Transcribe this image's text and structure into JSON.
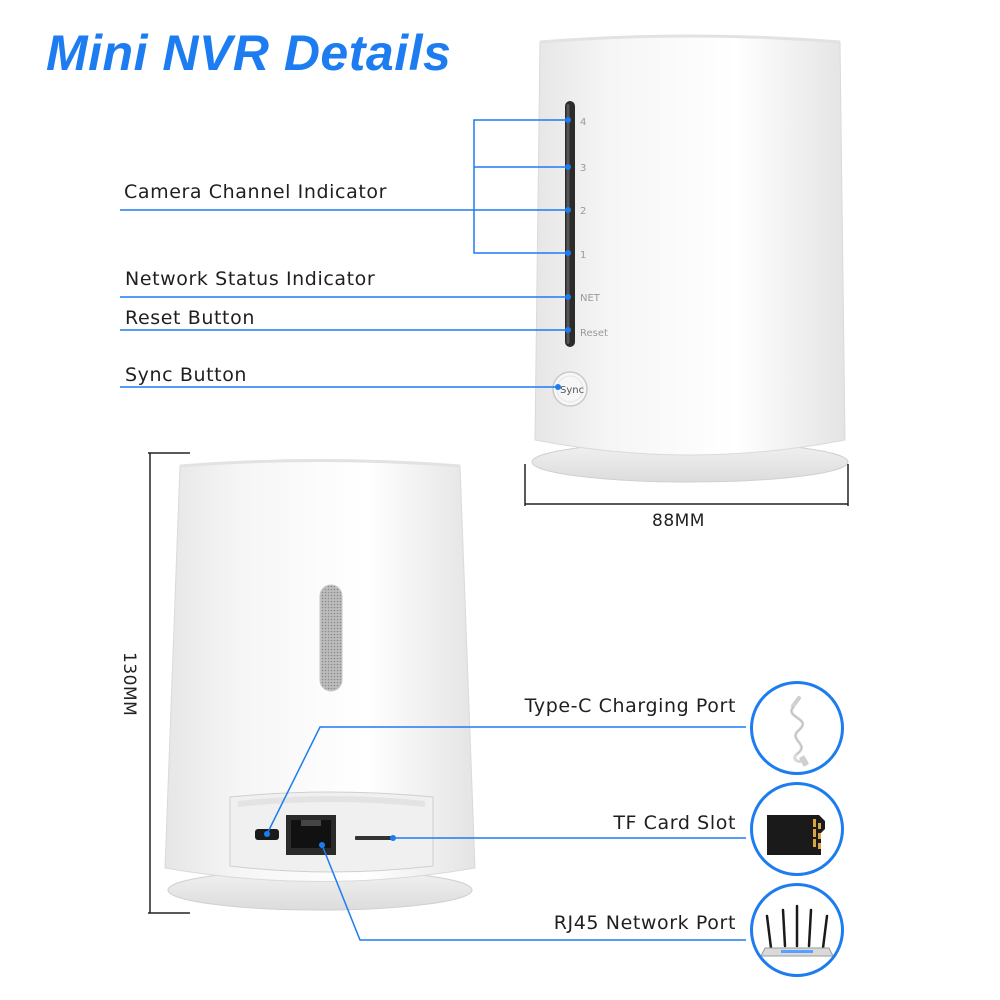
{
  "title": "Mini NVR Details",
  "front_labels": {
    "camera_channel": "Camera Channel Indicator",
    "network_status": "Network Status Indicator",
    "reset": "Reset Button",
    "sync": "Sync Button"
  },
  "front_marks": {
    "ch4": "4",
    "ch3": "3",
    "ch2": "2",
    "ch1": "1",
    "net": "NET",
    "reset": "Reset",
    "sync": "Sync"
  },
  "dimensions": {
    "width": "88MM",
    "height": "130MM"
  },
  "back_labels": {
    "type_c": "Type-C Charging Port",
    "tf_card": "TF Card Slot",
    "rj45": "RJ45 Network Port"
  },
  "colors": {
    "accent": "#1c7cf0",
    "body": "#f4f4f4"
  },
  "icons": [
    "usb-cable-icon",
    "tf-card-icon",
    "router-icon"
  ]
}
